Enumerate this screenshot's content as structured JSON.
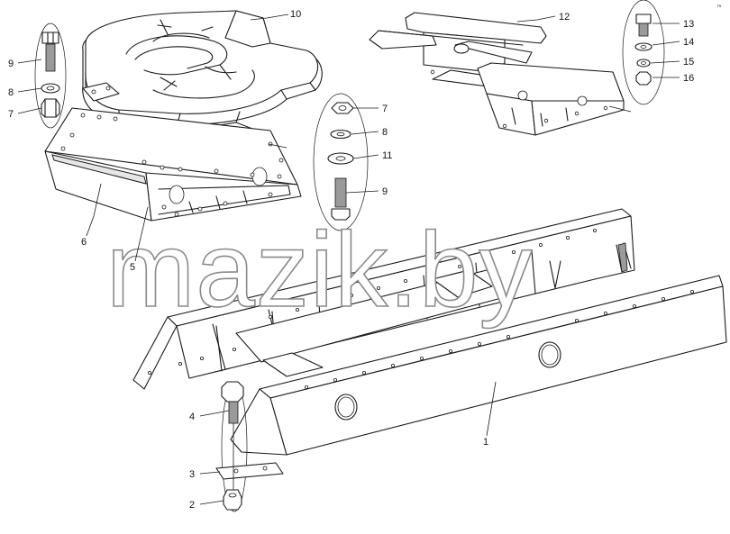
{
  "watermark": "mazik.by",
  "corner_mark": "ru",
  "callouts": {
    "c1": "1",
    "c2": "2",
    "c3": "3",
    "c4": "4",
    "c5": "5",
    "c6": "6",
    "c7a": "7",
    "c7b": "7",
    "c8a": "8",
    "c8b": "8",
    "c9a": "9",
    "c9b": "9",
    "c10": "10",
    "c11": "11",
    "c12": "12",
    "c13": "13",
    "c14": "14",
    "c15": "15",
    "c16": "16"
  }
}
